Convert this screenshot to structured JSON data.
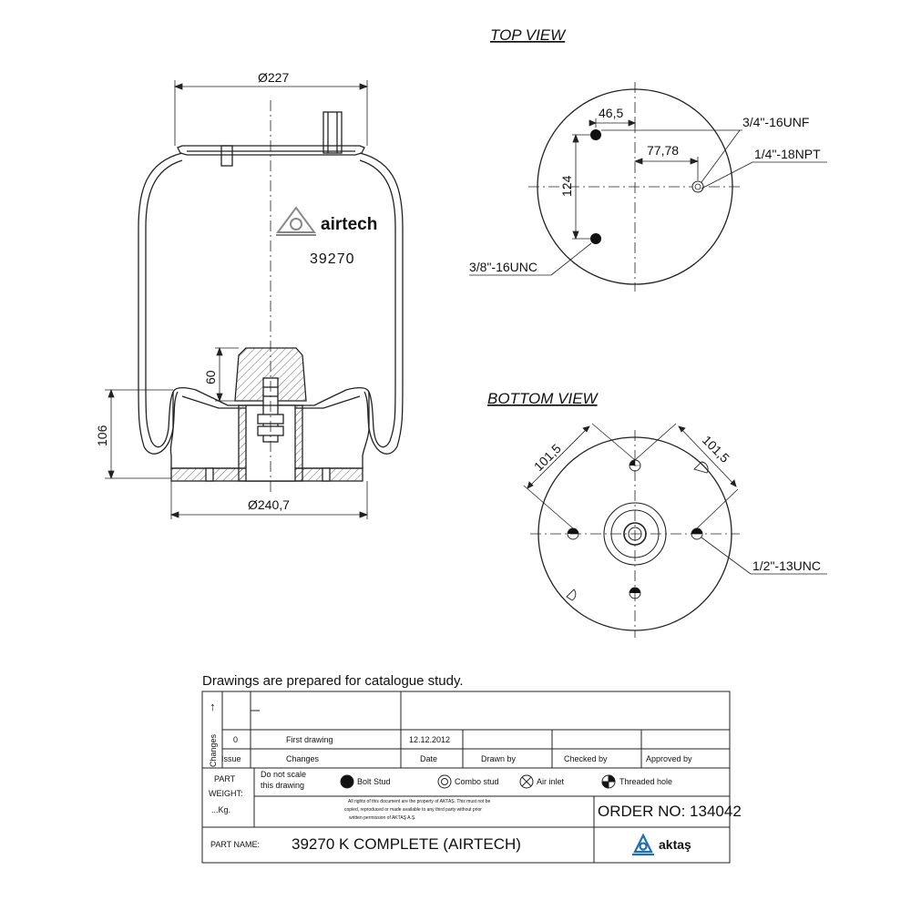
{
  "views": {
    "top_title": "TOP VIEW",
    "bottom_title": "BOTTOM VIEW"
  },
  "side_view": {
    "brand": "airtech",
    "part_number": "39270",
    "dim_top": "Ø227",
    "dim_bottom": "Ø240,7",
    "dim_height": "106",
    "dim_piston": "60"
  },
  "top_view": {
    "dim_offset": "46,5",
    "dim_spacing": "124",
    "dim_inlet": "77,78",
    "label_stud_top": "3/4\"-16UNF",
    "label_inlet": "1/4\"-18NPT",
    "label_stud_bottom": "3/8\"-16UNC"
  },
  "bottom_view": {
    "dim_left": "101,5",
    "dim_right": "101,5",
    "label_thread": "1/2\"-13UNC"
  },
  "title_block": {
    "caption": "Drawings are  prepared for  catalogue study.",
    "arrow": "↑",
    "changes_vertical": "Changes",
    "issue": "0",
    "first_drawing": "First drawing",
    "date_value": "12.12.2012",
    "headers": {
      "issue": "Issue",
      "changes": "Changes",
      "date": "Date",
      "drawn_by": "Drawn by",
      "checked_by": "Checked by",
      "approved_by": "Approved by"
    },
    "part": "PART",
    "weight": "WEIGHT:",
    "kg": "...Kg.",
    "do_not_scale_1": "Do not scale",
    "do_not_scale_2": "this drawing",
    "legend": {
      "bolt": "Bolt Stud",
      "combo": "Combo stud",
      "air": "Air inlet",
      "threaded": "Threaded hole"
    },
    "legal_1": "All rights of this document are the property of AKTAŞ. This must not be",
    "legal_2": "copied, reproduced or made available to any third party without prior",
    "legal_3": "written permission of AKTAŞ A.Ş.",
    "order": "ORDER NO: 134042",
    "part_name_label": "PART NAME:",
    "part_name": "39270 K COMPLETE (AIRTECH)",
    "company": "aktaş"
  }
}
